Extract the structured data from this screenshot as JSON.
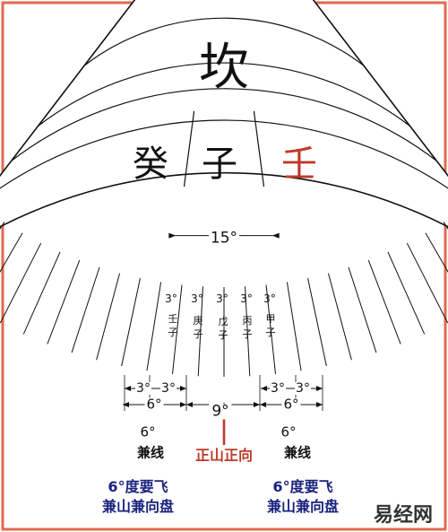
{
  "diagram": {
    "main_label": "坎",
    "mountains": [
      "癸",
      "子",
      "壬"
    ],
    "mountain_colors": [
      "#111111",
      "#111111",
      "#c0392b"
    ],
    "central_span": "15°",
    "sub_sections": [
      {
        "degree": "3°",
        "name": "壬子"
      },
      {
        "degree": "3°",
        "name": "庚子"
      },
      {
        "degree": "3°",
        "name": "戊子"
      },
      {
        "degree": "3°",
        "name": "丙子"
      },
      {
        "degree": "3°",
        "name": "甲子"
      }
    ],
    "dimension_labels": {
      "three": "3°",
      "six": "6°",
      "nine": "9°"
    },
    "side_labels": {
      "left_degree": "6°",
      "left_name": "兼线",
      "right_degree": "6°",
      "right_name": "兼线"
    },
    "center_label": "正山正向",
    "notes": {
      "left_line1": "6°度要飞",
      "left_line2": "兼山兼向盘",
      "right_line1": "6°度要飞",
      "right_line2": "兼山兼向盘"
    },
    "watermark": "易经网",
    "colors": {
      "frame": "#e06a4e",
      "red": "#c0392b",
      "blue": "#1a237e",
      "ink": "#111111"
    }
  }
}
